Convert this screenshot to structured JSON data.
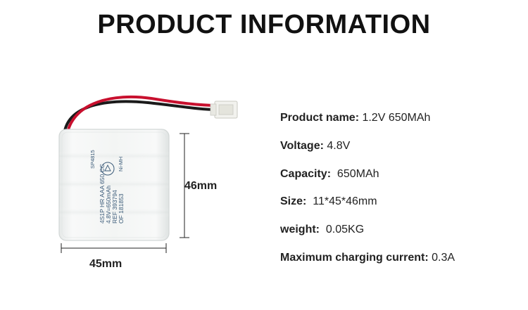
{
  "header": {
    "title": "PRODUCT INFORMATION"
  },
  "product_label": {
    "lines": [
      "4S1P HR AAA 650 CC",
      "4.8V=650mAh",
      "REF 393794",
      "OF 181853"
    ],
    "side_code": "SP4815",
    "chemistry": "Ni-MH"
  },
  "dimensions": {
    "height": "46mm",
    "width": "45mm"
  },
  "specs": [
    {
      "key": "Product name:",
      "value": " 1.2V 650MAh"
    },
    {
      "key": "Voltage:",
      "value": " 4.8V"
    },
    {
      "key": "Capacity:",
      "value": "  650MAh"
    },
    {
      "key": "Size:",
      "value": "  11*45*46mm"
    },
    {
      "key": "weight:",
      "value": "  0.05KG"
    },
    {
      "key": "Maximum charging current:",
      "value": " 0.3A"
    }
  ],
  "colors": {
    "battery_body": "#f4f6f5",
    "wire_red": "#c8102e",
    "wire_black": "#1a1a1a",
    "connector": "#f2f2ee",
    "label_text": "#3a5a78"
  }
}
